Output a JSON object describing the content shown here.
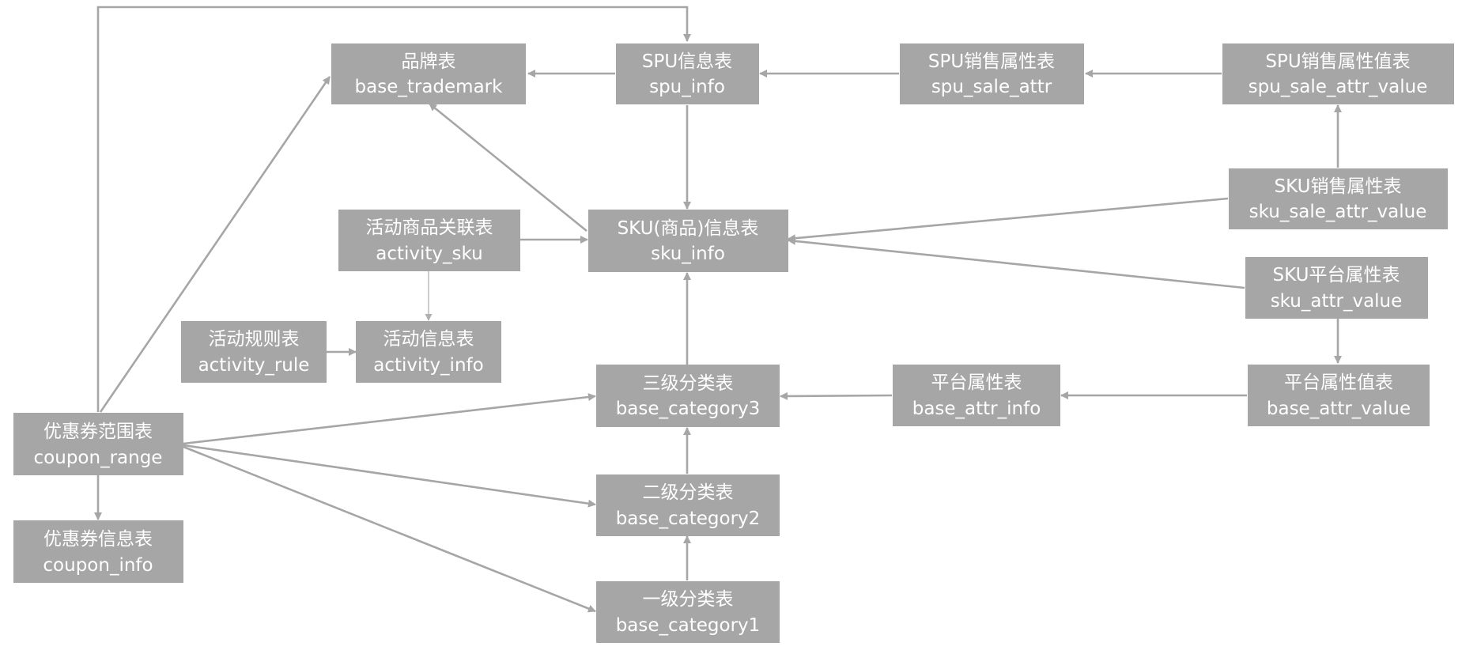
{
  "colors": {
    "node_fill": "#a6a6a6",
    "node_text": "#ffffff",
    "edge": "#a6a6a6"
  },
  "nodes": {
    "base_trademark": {
      "cn": "品牌表",
      "en": "base_trademark"
    },
    "spu_info": {
      "cn": "SPU信息表",
      "en": "spu_info"
    },
    "spu_sale_attr": {
      "cn": "SPU销售属性表",
      "en": "spu_sale_attr"
    },
    "spu_sale_attr_value": {
      "cn": "SPU销售属性值表",
      "en": "spu_sale_attr_value"
    },
    "sku_info": {
      "cn": "SKU(商品)信息表",
      "en": "sku_info"
    },
    "activity_sku": {
      "cn": "活动商品关联表",
      "en": "activity_sku"
    },
    "sku_sale_attr_value": {
      "cn": "SKU销售属性表",
      "en": "sku_sale_attr_value"
    },
    "sku_attr_value": {
      "cn": "SKU平台属性表",
      "en": "sku_attr_value"
    },
    "activity_rule": {
      "cn": "活动规则表",
      "en": "activity_rule"
    },
    "activity_info": {
      "cn": "活动信息表",
      "en": "activity_info"
    },
    "base_category3": {
      "cn": "三级分类表",
      "en": "base_category3"
    },
    "base_attr_info": {
      "cn": "平台属性表",
      "en": "base_attr_info"
    },
    "base_attr_value": {
      "cn": "平台属性值表",
      "en": "base_attr_value"
    },
    "coupon_range": {
      "cn": "优惠券范围表",
      "en": "coupon_range"
    },
    "base_category2": {
      "cn": "二级分类表",
      "en": "base_category2"
    },
    "coupon_info": {
      "cn": "优惠券信息表",
      "en": "coupon_info"
    },
    "base_category1": {
      "cn": "一级分类表",
      "en": "base_category1"
    }
  },
  "edges": [
    {
      "from": "spu_info",
      "to": "base_trademark"
    },
    {
      "from": "spu_sale_attr",
      "to": "spu_info"
    },
    {
      "from": "spu_sale_attr_value",
      "to": "spu_sale_attr"
    },
    {
      "from": "sku_sale_attr_value",
      "to": "spu_sale_attr_value"
    },
    {
      "from": "spu_info",
      "to": "sku_info"
    },
    {
      "from": "sku_info",
      "to": "base_trademark"
    },
    {
      "from": "activity_sku",
      "to": "sku_info"
    },
    {
      "from": "activity_sku",
      "to": "activity_info"
    },
    {
      "from": "activity_rule",
      "to": "activity_info"
    },
    {
      "from": "sku_sale_attr_value",
      "to": "sku_info"
    },
    {
      "from": "sku_attr_value",
      "to": "sku_info"
    },
    {
      "from": "sku_attr_value",
      "to": "base_attr_value"
    },
    {
      "from": "base_attr_value",
      "to": "base_attr_info"
    },
    {
      "from": "base_attr_info",
      "to": "base_category3"
    },
    {
      "from": "base_category3",
      "to": "sku_info"
    },
    {
      "from": "base_category2",
      "to": "base_category3"
    },
    {
      "from": "base_category1",
      "to": "base_category2"
    },
    {
      "from": "coupon_range",
      "to": "base_category3"
    },
    {
      "from": "coupon_range",
      "to": "base_category2"
    },
    {
      "from": "coupon_range",
      "to": "base_category1"
    },
    {
      "from": "coupon_range",
      "to": "base_trademark"
    },
    {
      "from": "coupon_range",
      "to": "spu_info"
    },
    {
      "from": "coupon_range",
      "to": "coupon_info"
    }
  ]
}
